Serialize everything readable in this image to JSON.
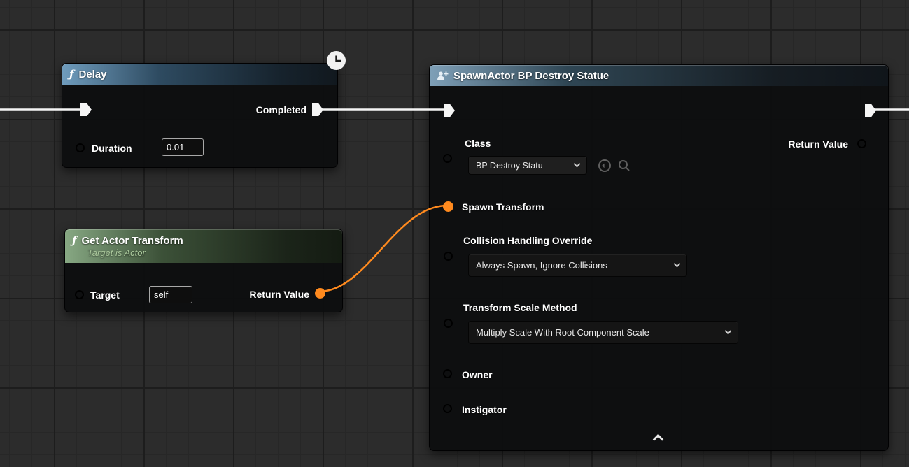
{
  "canvas": {
    "background_color": "#2c2c2c",
    "exec_wire_color": "#f5f5f5",
    "transform_wire_color": "#ff8a1e"
  },
  "icons": {
    "function_glyph": "ƒ",
    "latent_badge": "clock",
    "spawn_actor_header": "person-plus",
    "class_reset": "circular-arrow",
    "class_search": "magnifier",
    "dropdown_arrow": "chevron-down",
    "collapse": "chevron-up"
  },
  "pin_colors": {
    "exec": "#ffffff",
    "float": "#39d439",
    "object": "#29a9e0",
    "transform": "#ff8a1e",
    "class": "#8036d9",
    "enum": "#0fb8a6"
  },
  "nodes": {
    "delay": {
      "title": "Delay",
      "completed_label": "Completed",
      "duration_label": "Duration",
      "duration_value": "0.01"
    },
    "get_actor_transform": {
      "title": "Get Actor Transform",
      "subtitle": "Target is Actor",
      "target_label": "Target",
      "target_value": "self",
      "return_label": "Return Value"
    },
    "spawn_actor": {
      "title": "SpawnActor BP Destroy Statue",
      "class_label": "Class",
      "class_value": "BP Destroy Statu",
      "return_label": "Return Value",
      "spawn_transform_label": "Spawn Transform",
      "collision_label": "Collision Handling Override",
      "collision_value": "Always Spawn, Ignore Collisions",
      "scale_label": "Transform Scale Method",
      "scale_value": "Multiply Scale With Root Component Scale",
      "owner_label": "Owner",
      "instigator_label": "Instigator"
    }
  }
}
